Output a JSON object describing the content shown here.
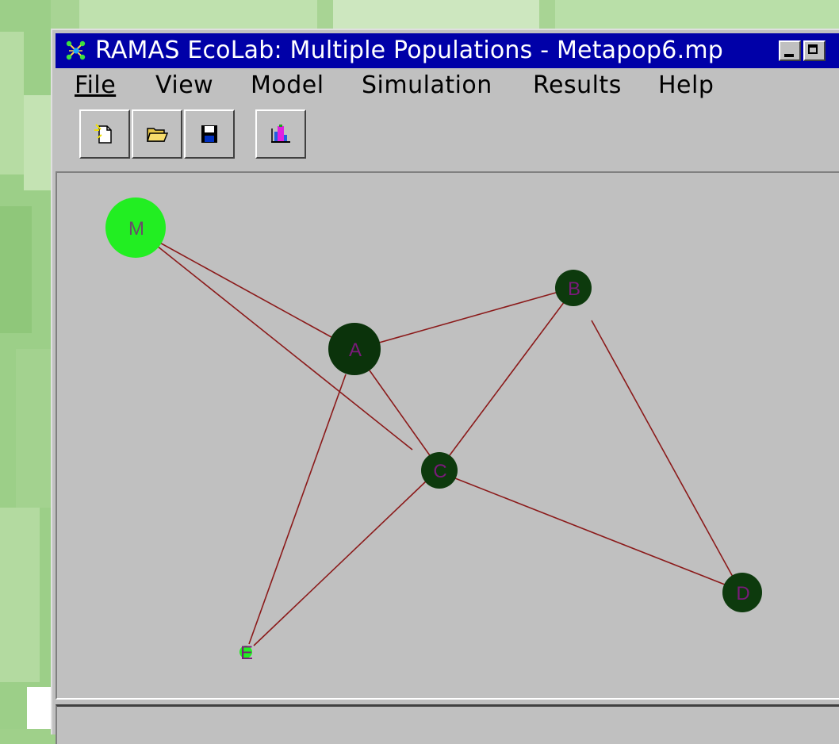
{
  "window": {
    "title": "RAMAS EcoLab: Multiple Populations - Metapop6.mp"
  },
  "menu": {
    "file": "File",
    "view": "View",
    "model": "Model",
    "simulation": "Simulation",
    "results": "Results",
    "help": "Help"
  },
  "toolbar": {
    "buttons": [
      "new-file-icon",
      "open-folder-icon",
      "save-disk-icon",
      "run-simulation-icon"
    ]
  },
  "network": {
    "populations": [
      "M",
      "A",
      "B",
      "C",
      "D",
      "E"
    ],
    "link_color": "#8b1a1a",
    "node_color_dark": "#0a3a0a",
    "node_color_highlight": "#22ee22",
    "label_color": "#7a1a7a"
  },
  "colors": {
    "titlebar": "#0000a8",
    "window_face": "#c0c0c0"
  }
}
